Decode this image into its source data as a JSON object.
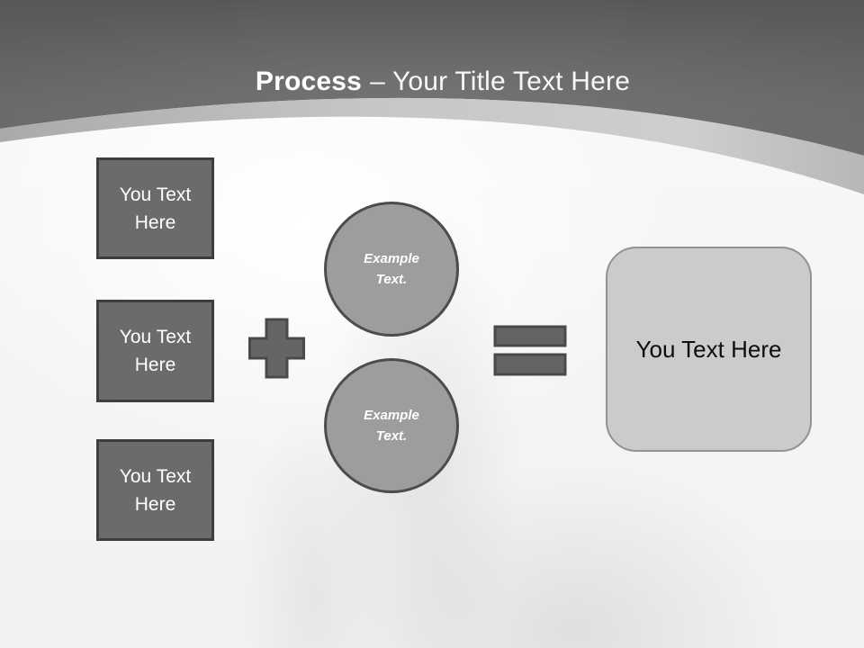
{
  "slide_title": {
    "bold_part": "Process",
    "regular_part": "– Your Title Text Here"
  },
  "input_boxes": [
    {
      "label": "You Text Here"
    },
    {
      "label": "You Text Here"
    },
    {
      "label": "You Text Here"
    }
  ],
  "operators": {
    "plus": "plus-sign",
    "equals": "equals-sign"
  },
  "example_circles": [
    {
      "label": "Example Text."
    },
    {
      "label": "Example Text."
    }
  ],
  "result_box": {
    "label": "You Text Here"
  },
  "colors": {
    "header_dark": "#5a5a5a",
    "band_silver": "#c6c6c6",
    "box_fill": "#6b6b6b",
    "box_border": "#3e3e3e",
    "circle_fill": "#9d9d9d",
    "circle_border": "#4c4c4c",
    "operator_fill": "#656565",
    "operator_border": "#4a4a4a",
    "result_fill": "#cbcbcb",
    "result_border": "#929292",
    "title_text": "#ffffff",
    "result_text": "#0d0d0d"
  }
}
